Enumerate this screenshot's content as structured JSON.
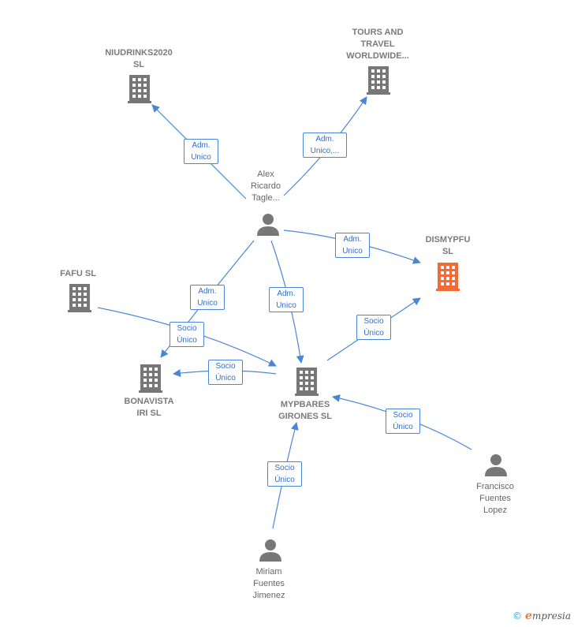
{
  "colors": {
    "edge": "#4a86d8",
    "company": "#777777",
    "highlight": "#f26a36",
    "person": "#777777"
  },
  "companies": {
    "niudrinks": {
      "line1": "NIUDRINKS2020",
      "line2": "SL"
    },
    "tours": {
      "line1": "TOURS AND",
      "line2": "TRAVEL",
      "line3": "WORLDWIDE..."
    },
    "dismypfu": {
      "line1": "DISMYPFU",
      "line2": "SL"
    },
    "fafu": {
      "line1": "FAFU  SL"
    },
    "bonavista": {
      "line1": "BONAVISTA",
      "line2": "IRI SL"
    },
    "mypbares": {
      "line1": "MYPBARES",
      "line2": "GIRONES  SL"
    }
  },
  "persons": {
    "alex": {
      "line1": "Alex",
      "line2": "Ricardo",
      "line3": "Tagle..."
    },
    "francisco": {
      "line1": "Francisco",
      "line2": "Fuentes",
      "line3": "Lopez"
    },
    "miriam": {
      "line1": "Miriam",
      "line2": "Fuentes",
      "line3": "Jimenez"
    }
  },
  "edges": {
    "alex_niudrinks": {
      "line1": "Adm.",
      "line2": "Unico"
    },
    "alex_tours": {
      "line1": "Adm.",
      "line2": "Unico,..."
    },
    "alex_dismypfu": {
      "line1": "Adm.",
      "line2": "Unico"
    },
    "alex_bonavista": {
      "line1": "Adm.",
      "line2": "Unico"
    },
    "alex_mypbares": {
      "line1": "Adm.",
      "line2": "Unico"
    },
    "fafu_mypbares": {
      "line1": "Socio",
      "line2": "Único"
    },
    "mypbares_bonavista": {
      "line1": "Socio",
      "line2": "Único"
    },
    "mypbares_dismypfu": {
      "line1": "Socio",
      "line2": "Único"
    },
    "francisco_mypbares": {
      "line1": "Socio",
      "line2": "Único"
    },
    "miriam_mypbares": {
      "line1": "Socio",
      "line2": "Único"
    }
  },
  "brand": {
    "copyright": "©",
    "e": "e",
    "rest": "mpresia"
  }
}
